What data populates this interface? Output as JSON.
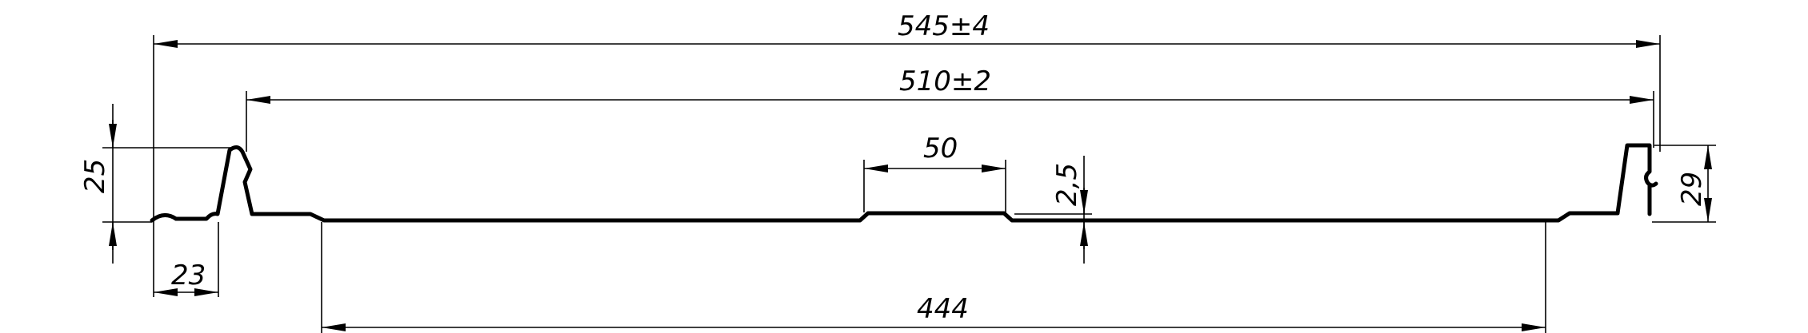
{
  "drawing": {
    "line_color": "#000000",
    "background_color": "#ffffff",
    "dimensions": {
      "overall_width": {
        "value": "545",
        "tolerance": "4"
      },
      "pitch_width": {
        "value": "510",
        "tolerance": "2"
      },
      "rib_top_width": "50",
      "rib_height": "2,5",
      "left_edge_height": "25",
      "right_edge_height": "29",
      "left_edge_width": "23",
      "flat_span": "444"
    }
  }
}
